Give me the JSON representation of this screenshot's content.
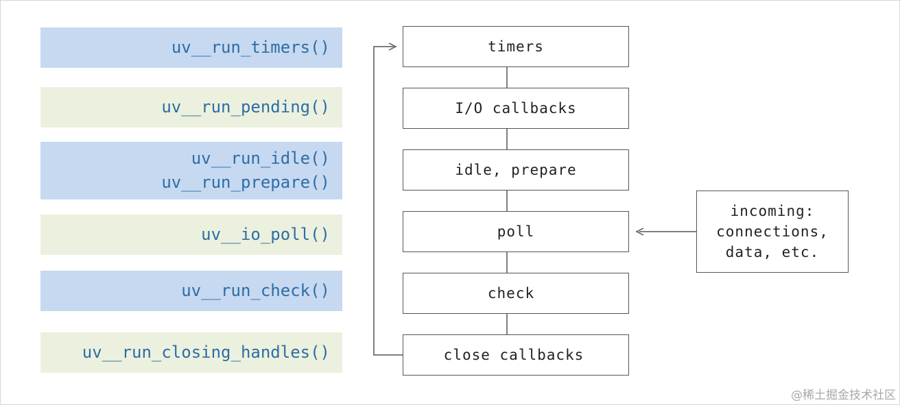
{
  "functions": [
    {
      "lines": [
        "uv__run_timers()"
      ],
      "color": "#c6d9f1"
    },
    {
      "lines": [
        "uv__run_pending()"
      ],
      "color": "#ebf1de"
    },
    {
      "lines": [
        "uv__run_idle()",
        "uv__run_prepare()"
      ],
      "color": "#c6d9f1"
    },
    {
      "lines": [
        "uv__io_poll()"
      ],
      "color": "#ebf1de"
    },
    {
      "lines": [
        "uv__run_check()"
      ],
      "color": "#c6d9f1"
    },
    {
      "lines": [
        "uv__run_closing_handles()"
      ],
      "color": "#ebf1de"
    }
  ],
  "phases": [
    "timers",
    "I/O callbacks",
    "idle, prepare",
    "poll",
    "check",
    "close callbacks"
  ],
  "incoming": {
    "lines": [
      "incoming:",
      "connections,",
      "data, etc."
    ]
  },
  "watermark": "@稀土掘金技术社区",
  "colors": {
    "function_text": "#2e6da4",
    "box_border": "#555555",
    "connector": "#555555"
  }
}
